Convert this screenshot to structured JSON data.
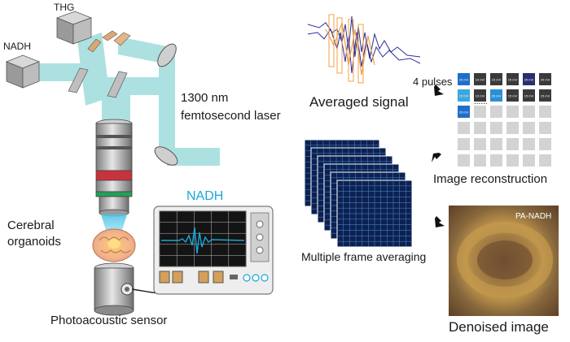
{
  "labels": {
    "thg": "THG",
    "nadh_detector": "NADH",
    "laser": [
      "1300 nm",
      "femtosecond laser"
    ],
    "oscilloscope_title": "NADH",
    "organoids": [
      "Cerebral",
      "organoids"
    ],
    "sensor": "Photoacoustic sensor",
    "averaged_signal": "Averaged signal",
    "pulses": "4 pulses",
    "reconstruction": "Image reconstruction",
    "frame_averaging": "Multiple frame averaging",
    "pa_nadh": "PA-NADH",
    "denoised": "Denoised image",
    "tile_unit": "mV"
  },
  "colors": {
    "beam": "#9fdcdc",
    "beam_cone": "#6fd0e8",
    "oscilloscope_trace": "#1aa7d8",
    "objective_red": "#c8323c",
    "objective_green": "#23a05a",
    "signal_blue": "#2a2f9a",
    "signal_orange": "#f0a14a",
    "tile_blue": "#1f6fc8",
    "tile_dark": "#3a3a3a",
    "tile_navy": "#27306e",
    "denoised_bg": "#6b4a2e",
    "denoised_ring": "#c49a4e"
  },
  "tiles": {
    "row1": [
      "20",
      "10",
      "15",
      "15",
      "20",
      "20"
    ],
    "row2": [
      "15",
      "10",
      "20",
      "15",
      "15",
      "15"
    ],
    "row3": [
      "20"
    ]
  }
}
